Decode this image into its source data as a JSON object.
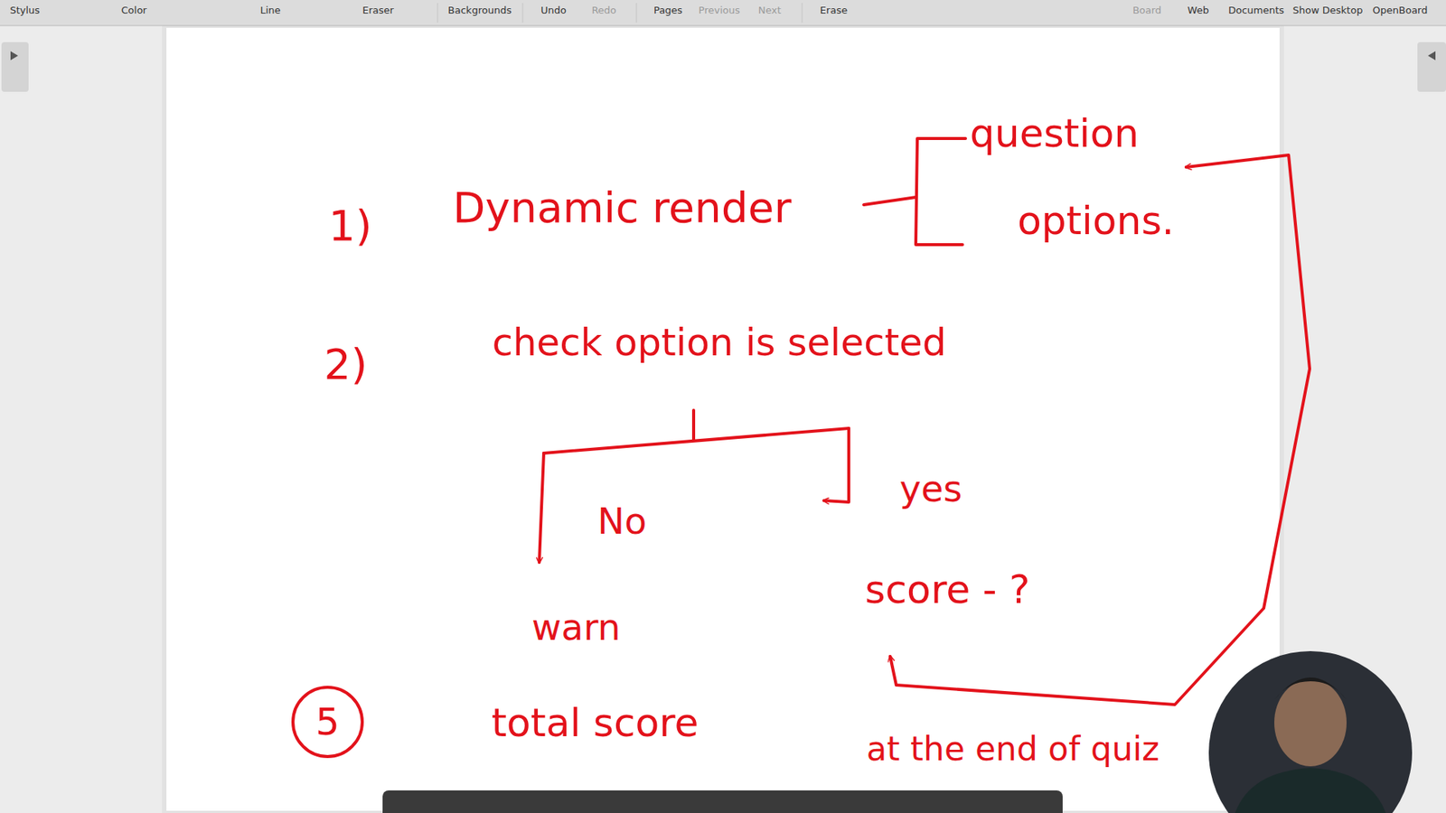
{
  "diagram": {
    "nodes": [
      {
        "text": [
          "5"
        ]
      }
    ],
    "labels": [
      "Stylus",
      "Color",
      "Line",
      "Eraser",
      "Backgrounds",
      "Undo",
      "Redo",
      "Pages",
      "Previous",
      "Next",
      "Erase",
      "Board",
      "Web",
      "Documents",
      "Show Desktop",
      "OpenBoard",
      "1)",
      "Dynamic render",
      "question",
      "options.",
      "2)",
      "check option is selected",
      "No",
      "yes",
      "warn",
      "score - ?",
      "total score",
      "at the end of quiz"
    ]
  }
}
